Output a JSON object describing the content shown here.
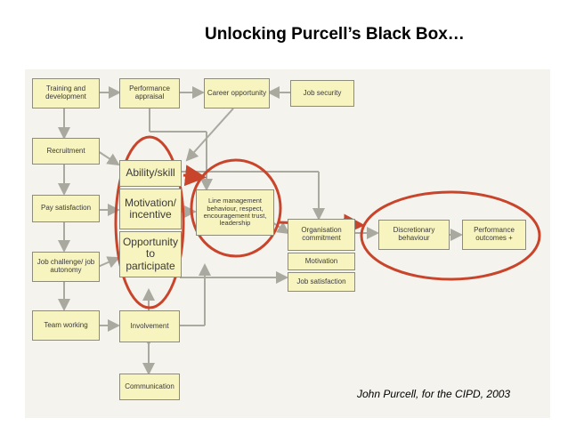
{
  "title": "Unlocking Purcell’s Black Box…",
  "caption": "John Purcell, for the CIPD, 2003",
  "boxes": {
    "training": "Training and development",
    "appraisal": "Performance appraisal",
    "career": "Career opportunity",
    "jobsecurity": "Job security",
    "recruitment": "Recruitment",
    "pay": "Pay satisfaction",
    "challenge": "Job challenge/ job autonomy",
    "teamworking": "Team working",
    "involvement": "Involvement",
    "communication": "Communication",
    "ability": "Ability/skill",
    "motivation_incentive": "Motivation/ incentive",
    "opportunity": "Opportunity to participate",
    "linemgmt": "Line management behaviour, respect, encouragement trust, leadership",
    "orgcommit": "Organisation commitment",
    "motivation": "Motivation",
    "jobsat": "Job satisfaction",
    "discretionary": "Discretionary behaviour",
    "performance": "Performance outcomes +"
  },
  "colors": {
    "highlight_circle": "#c8452b",
    "box_fill": "#f8f4bf",
    "connector": "#a9a9a0"
  }
}
